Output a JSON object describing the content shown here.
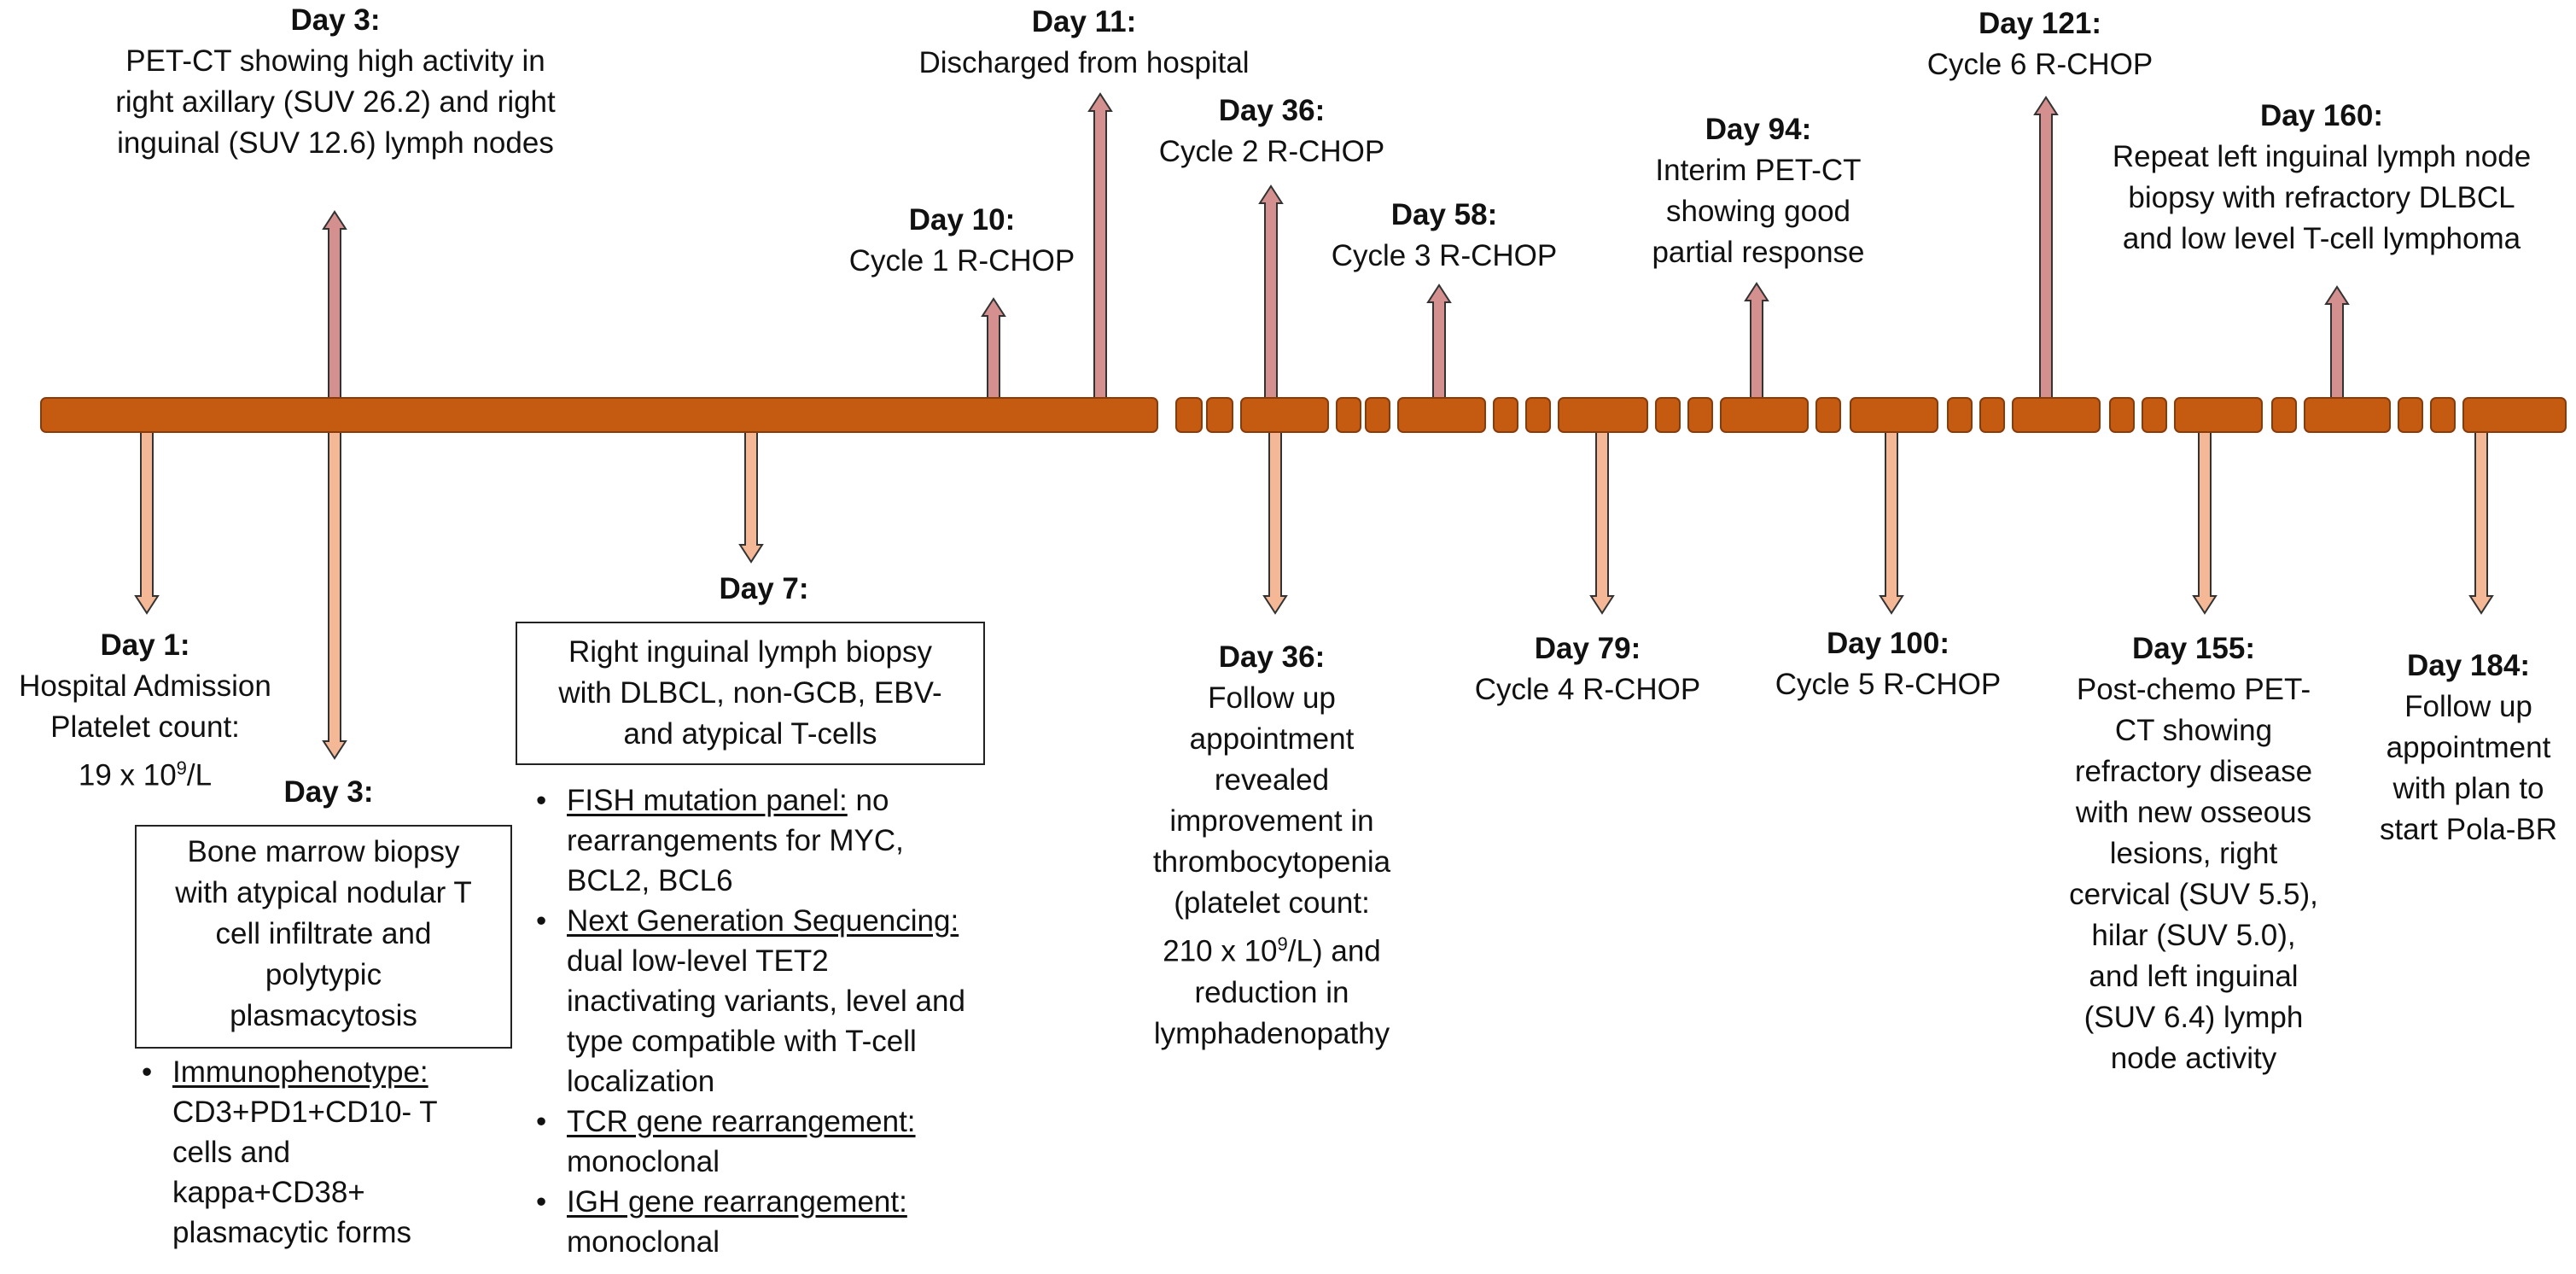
{
  "day_labels": {
    "d3_top": "Day 3:",
    "d11": "Day 11:",
    "d36_top": "Day 36:",
    "d10": "Day 10:",
    "d58": "Day 58:",
    "d94": "Day 94:",
    "d121": "Day 121:",
    "d160": "Day 160:",
    "d1": "Day 1:",
    "d3_bot": "Day 3:",
    "d7": "Day 7:",
    "d36_bot": "Day 36:",
    "d79": "Day 79:",
    "d100": "Day 100:",
    "d155": "Day 155:",
    "d184": "Day 184:"
  },
  "events_above": {
    "d3_line1": "PET-CT showing high activity in",
    "d3_line2": "right axillary (SUV 26.2)  and right",
    "d3_line3": "inguinal (SUV 12.6) lymph nodes",
    "d11": "Discharged from hospital",
    "d36": "Cycle 2 R-CHOP",
    "d10": "Cycle 1 R-CHOP",
    "d58": "Cycle 3 R-CHOP",
    "d94_line1": "Interim PET-CT",
    "d94_line2": "showing good",
    "d94_line3": "partial response",
    "d121": "Cycle 6 R-CHOP",
    "d160_line1": "Repeat left inguinal lymph node",
    "d160_line2": "biopsy with refractory DLBCL",
    "d160_line3": "and low level T-cell lymphoma"
  },
  "events_below": {
    "d1_line1": "Hospital Admission",
    "d1_line2": "Platelet count:",
    "d1_line3_pre": "19 x 10",
    "d1_line3_sup": "9",
    "d1_line3_post": "/L",
    "d3_box_line1": "Bone marrow biopsy",
    "d3_box_line2": "with atypical nodular T",
    "d3_box_line3": "cell infiltrate and",
    "d3_box_line4": "polytypic",
    "d3_box_line5": "plasmacytosis",
    "d3_bullet_title": "Immunophenotype:",
    "d3_bullet_line1": "CD3+PD1+CD10- T",
    "d3_bullet_line2": "cells and",
    "d3_bullet_line3": "kappa+CD38+",
    "d3_bullet_line4": "plasmacytic forms",
    "d7_box_line1": "Right inguinal lymph biopsy",
    "d7_box_line2": "with DLBCL, non-GCB, EBV-",
    "d7_box_line3": "and atypical T-cells",
    "d7_b1_title": "FISH mutation panel:",
    "d7_b1_rest": " no",
    "d7_b1_line2": "rearrangements for MYC,",
    "d7_b1_line3": "BCL2, BCL6",
    "d7_b2_title": "Next Generation Sequencing:",
    "d7_b2_line2": "dual low-level TET2",
    "d7_b2_line3": "inactivating variants, level and",
    "d7_b2_line4": "type compatible with T-cell",
    "d7_b2_line5": "localization",
    "d7_b3_title": "TCR gene rearrangement:",
    "d7_b3_line2": "monoclonal",
    "d7_b4_title": "IGH gene rearrangement:",
    "d7_b4_line2": "monoclonal",
    "d36_line1": "Follow up",
    "d36_line2": "appointment",
    "d36_line3": "revealed",
    "d36_line4": "improvement in",
    "d36_line5": "thrombocytopenia",
    "d36_line6": "(platelet count:",
    "d36_line7_pre": "210 x 10",
    "d36_line7_sup": "9",
    "d36_line7_post": "/L) and",
    "d36_line8": "reduction in",
    "d36_line9": "lymphadenopathy",
    "d79": "Cycle 4 R-CHOP",
    "d100": "Cycle 5 R-CHOP",
    "d155_line1": "Post-chemo PET-",
    "d155_line2": "CT showing",
    "d155_line3": "refractory disease",
    "d155_line4": "with new osseous",
    "d155_line5": "lesions, right",
    "d155_line6": "cervical (SUV 5.5),",
    "d155_line7": "hilar (SUV 5.0),",
    "d155_line8": "and left inguinal",
    "d155_line9": "(SUV 6.4) lymph",
    "d155_line10": "node activity",
    "d184_line1": "Follow up",
    "d184_line2": "appointment",
    "d184_line3": "with plan to",
    "d184_line4": "start Pola-BR"
  },
  "colors": {
    "timeline_fill": "#c55a11",
    "timeline_stroke": "#8a3b0a",
    "arrow_up_fill": "#d48f8f",
    "arrow_down_fill": "#f4b896",
    "arrow_stroke": "#333333"
  }
}
